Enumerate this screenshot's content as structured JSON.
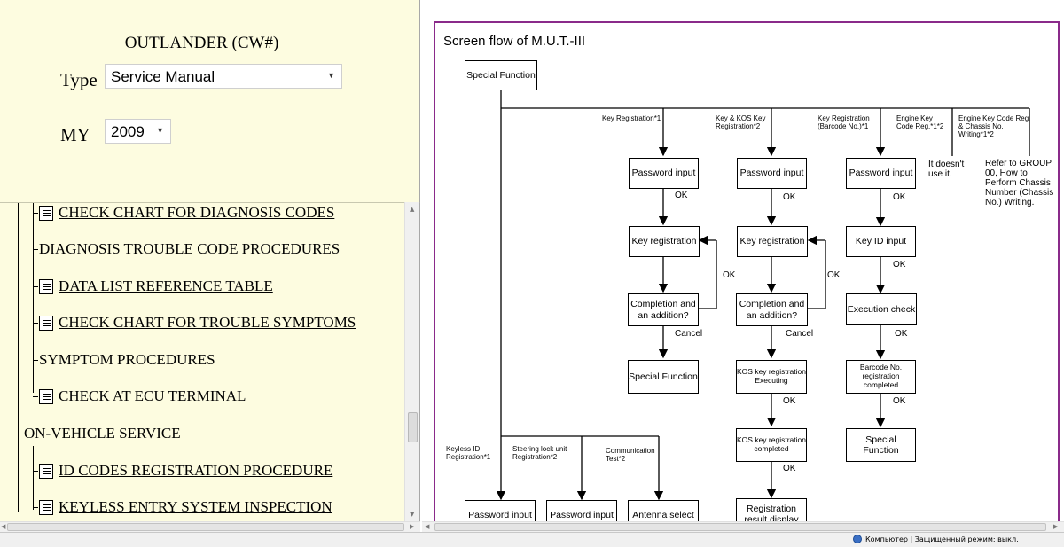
{
  "header": {
    "model_title": "OUTLANDER (CW#)",
    "type_label": "Type",
    "type_value": "Service Manual",
    "my_label": "MY",
    "my_value": "2009"
  },
  "tree": {
    "items": [
      {
        "label": "CHECK CHART FOR DIAGNOSIS CODES",
        "link": true
      },
      {
        "label": "DIAGNOSIS TROUBLE CODE PROCEDURES",
        "link": false
      },
      {
        "label": "DATA LIST REFERENCE TABLE",
        "link": true
      },
      {
        "label": "CHECK CHART FOR TROUBLE SYMPTOMS",
        "link": true
      },
      {
        "label": "SYMPTOM PROCEDURES",
        "link": false
      },
      {
        "label": "CHECK AT ECU TERMINAL",
        "link": true
      },
      {
        "label": "ON-VEHICLE SERVICE",
        "link": false
      },
      {
        "label": "ID CODES REGISTRATION PROCEDURE",
        "link": true
      },
      {
        "label": "KEYLESS ENTRY SYSTEM INSPECTION",
        "link": true
      }
    ]
  },
  "diagram": {
    "title": "Screen flow of M.U.T.-III",
    "boxes": {
      "special_function_top": "Special Function",
      "password_input_1": "Password input",
      "password_input_2": "Password input",
      "password_input_3": "Password input",
      "key_registration_1": "Key registration",
      "key_registration_2": "Key registration",
      "key_id_input": "Key ID input",
      "completion_1": "Completion and an addition?",
      "completion_2": "Completion and an addition?",
      "execution_check": "Execution check",
      "special_function_1": "Special Function",
      "kos_executing": "KOS key registration Executing",
      "barcode_completed": "Barcode No. registration completed",
      "kos_completed": "KOS key registration completed",
      "special_function_3": "Special Function",
      "password_input_4": "Password input",
      "password_input_5": "Password input",
      "antenna_select": "Antenna select",
      "registration_result": "Registration result display"
    },
    "labels": {
      "key_registration": "Key Registration*1",
      "kos_key_registration": "Key & KOS Key Registration*2",
      "key_registration_barcode": "Key Registration (Barcode No.)*1",
      "engine_key_code_reg": "Engine Key Code Reg.*1*2",
      "engine_key_code_chassis": "Engine Key Code Reg. & Chassis No. Writing*1*2",
      "it_doesnt_use": "It doesn't use it.",
      "refer_to": "Refer to GROUP 00, How to Perform Chassis Number (Chassis No.) Writing.",
      "ok": "OK",
      "cancel": "Cancel",
      "keyless_id_registration": "Keyless ID Registration*1",
      "steering_lock_registration": "Steering lock unit Registration*2",
      "communication_test": "Communication Test*2"
    }
  },
  "status": {
    "text": "Компьютер | Защищенный режим: выкл."
  }
}
